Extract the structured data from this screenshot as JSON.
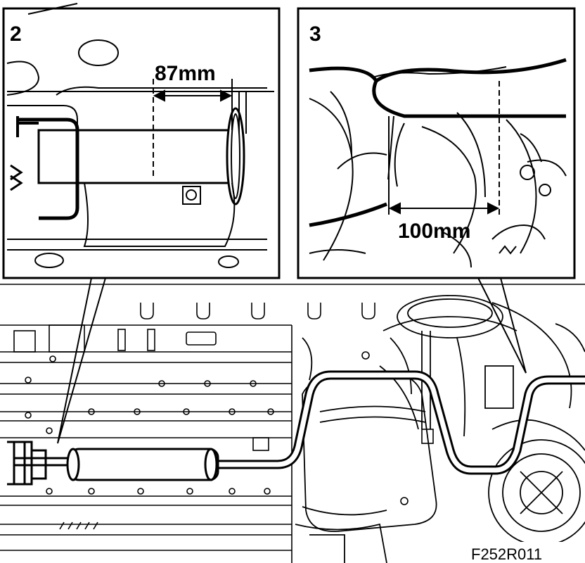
{
  "figure_id": "F252R011",
  "details": [
    {
      "number": "2",
      "measurement": "87mm"
    },
    {
      "number": "3",
      "measurement": "100mm"
    }
  ]
}
